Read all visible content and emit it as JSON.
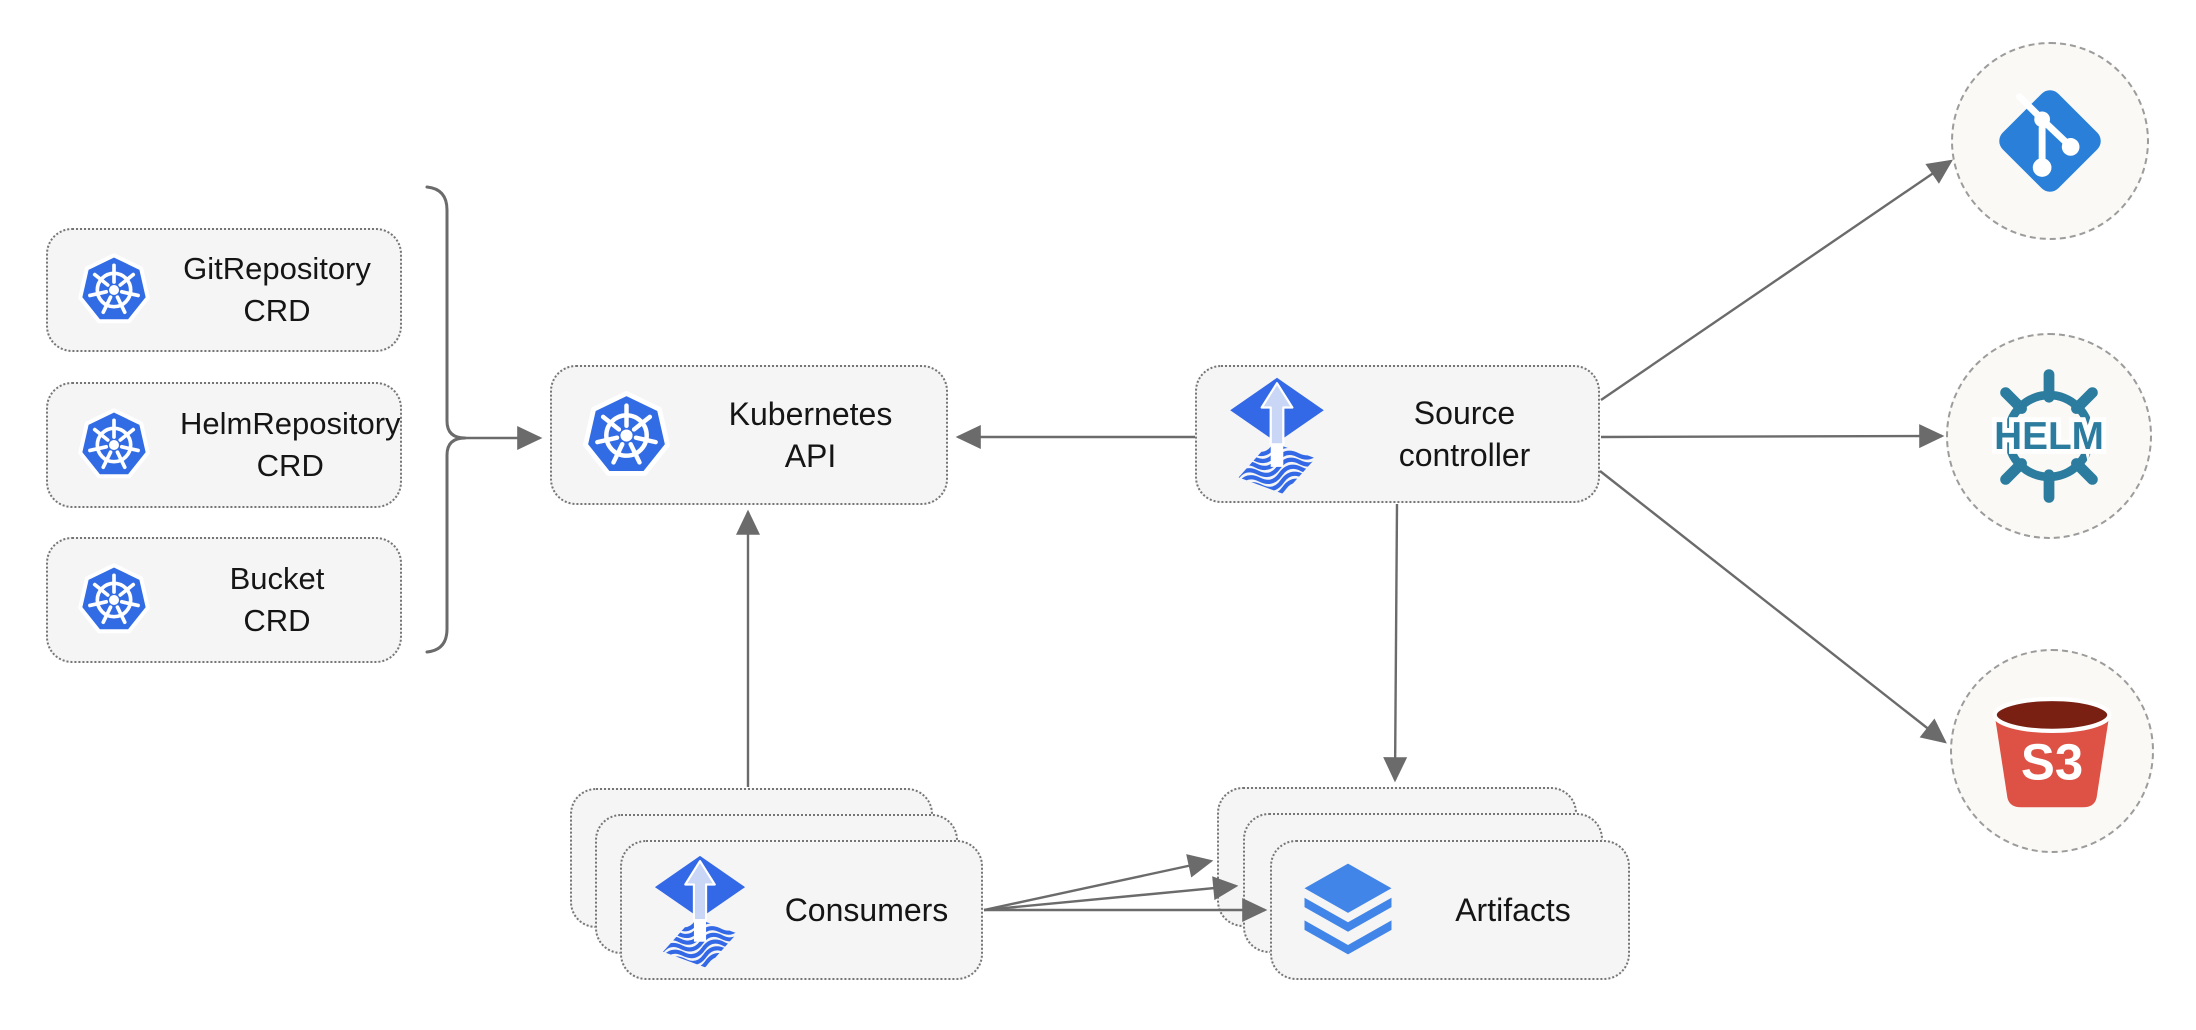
{
  "diagram": {
    "crd_boxes": [
      {
        "line1": "GitRepository",
        "line2": "CRD"
      },
      {
        "line1": "HelmRepository",
        "line2": "CRD"
      },
      {
        "line1": "Bucket",
        "line2": "CRD"
      }
    ],
    "kubernetes_api": {
      "label": "Kubernetes API"
    },
    "source_controller": {
      "line1": "Source",
      "line2": "controller"
    },
    "consumers": {
      "label": "Consumers"
    },
    "artifacts": {
      "label": "Artifacts"
    },
    "external": {
      "helm_label": "HELM",
      "s3_label": "S3"
    },
    "icons": {
      "kubernetes": "kubernetes-wheel-icon",
      "flux": "flux-icon",
      "git": "git-icon",
      "helm": "helm-icon",
      "s3": "s3-bucket-icon",
      "artifacts": "layers-icon"
    },
    "colors": {
      "kubernetes_blue": "#326ce5",
      "flux_blue": "#3368e6",
      "flux_arrow_light": "#c9d6f5",
      "git_blue": "#2a80d8",
      "helm_teal": "#2b7c9e",
      "s3_red": "#dd5245",
      "s3_dark": "#7a2013",
      "layers_blue": "#4285e8",
      "connector_gray": "#6b6b6b"
    }
  }
}
